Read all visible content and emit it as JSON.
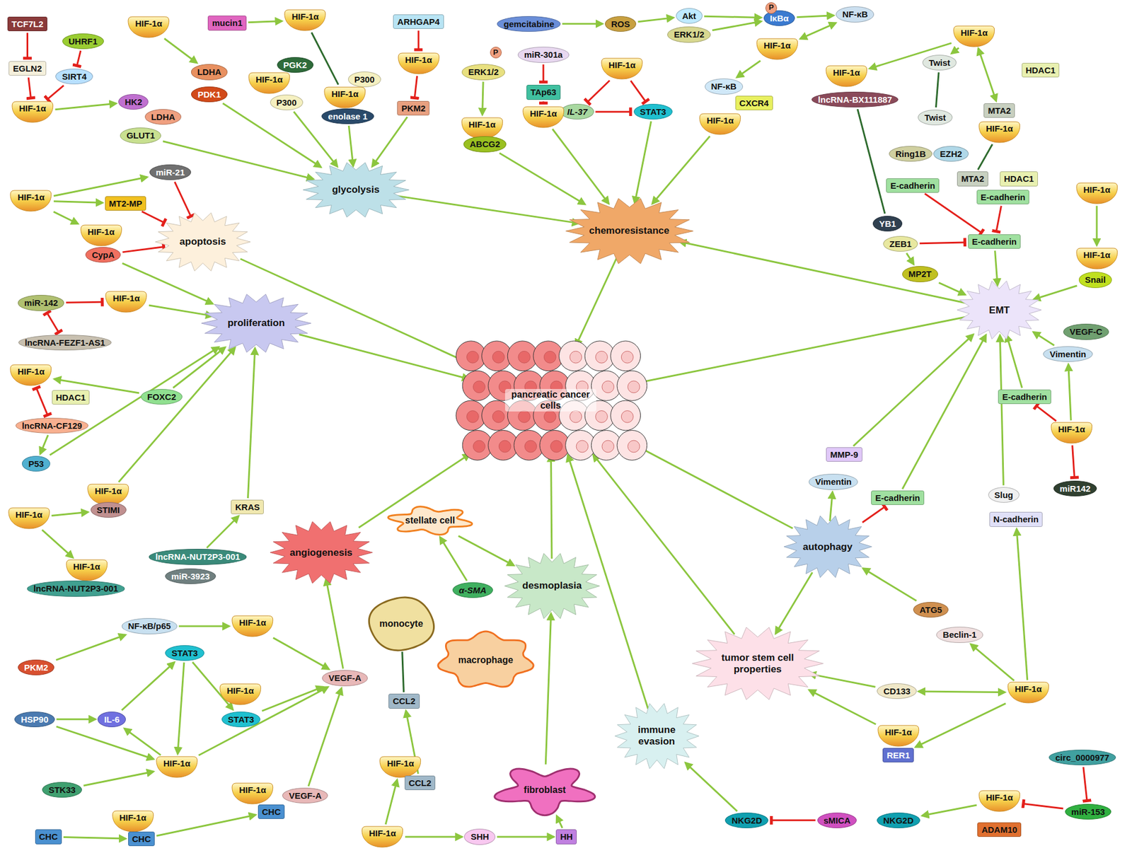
{
  "diagram": {
    "nodes": [
      {
        "text": [
          "TCF7L2"
        ]
      },
      {
        "text": [
          "UHRF1"
        ]
      },
      {
        "text": [
          "HIF-1α"
        ]
      },
      {
        "text": [
          "mucin1"
        ]
      },
      {
        "text": [
          "HIF-1α"
        ]
      },
      {
        "text": [
          "ARHGAP4"
        ]
      },
      {
        "text": [
          "EGLN2"
        ]
      },
      {
        "text": [
          "SIRT4"
        ]
      },
      {
        "text": [
          "HIF-1α"
        ]
      },
      {
        "text": [
          "PGK2"
        ]
      },
      {
        "text": [
          "HIF-1α"
        ]
      },
      {
        "text": [
          "LDHA"
        ]
      },
      {
        "text": [
          "P300"
        ]
      },
      {
        "text": [
          "PDK1"
        ]
      },
      {
        "text": [
          "P300"
        ]
      },
      {
        "text": [
          "HIF-1α"
        ]
      },
      {
        "text": [
          "PKM2"
        ]
      },
      {
        "text": [
          "HIF-1α"
        ]
      },
      {
        "text": [
          "HK2"
        ]
      },
      {
        "text": [
          "LDHA"
        ]
      },
      {
        "text": [
          "enolase 1"
        ]
      },
      {
        "text": [
          "GLUT1"
        ]
      },
      {
        "text": [
          "glycolysis"
        ]
      },
      {
        "text": [
          "gemcitabine"
        ]
      },
      {
        "text": [
          "ROS"
        ]
      },
      {
        "text": [
          "Akt"
        ]
      },
      {
        "text": [
          "ERK1/2"
        ]
      },
      {
        "text": [
          "IκBα"
        ]
      },
      {
        "text": [
          "NF-κB"
        ]
      },
      {
        "text": [
          "HIF-1α"
        ]
      },
      {
        "text": [
          "ERK1/2"
        ]
      },
      {
        "text": [
          "miR-301a"
        ]
      },
      {
        "text": [
          "HIF-1α"
        ]
      },
      {
        "text": [
          "HIF-1α"
        ]
      },
      {
        "text": [
          "IL-37"
        ]
      },
      {
        "text": [
          "STAT3"
        ]
      },
      {
        "text": [
          "TAp63"
        ]
      },
      {
        "text": [
          "HIF-1α"
        ]
      },
      {
        "text": [
          "lncRNA-BX111887"
        ]
      },
      {
        "text": [
          "Twist"
        ]
      },
      {
        "text": [
          "HDAC1"
        ]
      },
      {
        "text": [
          "NF-κB"
        ]
      },
      {
        "text": [
          "CXCR4"
        ]
      },
      {
        "text": [
          "HIF-1α"
        ]
      },
      {
        "text": [
          "HIF-1α"
        ]
      },
      {
        "text": [
          "HIF-1α"
        ]
      },
      {
        "text": [
          "ABCG2"
        ]
      },
      {
        "text": [
          "Twist"
        ]
      },
      {
        "text": [
          "MTA2"
        ]
      },
      {
        "text": [
          "HIF-1α"
        ]
      },
      {
        "text": [
          "Ring1B"
        ]
      },
      {
        "text": [
          "EZH2"
        ]
      },
      {
        "text": [
          "E-cadherin"
        ]
      },
      {
        "text": [
          "MTA2"
        ]
      },
      {
        "text": [
          "HDAC1"
        ]
      },
      {
        "text": [
          "E-cadherin"
        ]
      },
      {
        "text": [
          "chemoresistance"
        ]
      },
      {
        "text": [
          "YB1"
        ]
      },
      {
        "text": [
          "ZEB1"
        ]
      },
      {
        "text": [
          "E-cadherin"
        ]
      },
      {
        "text": [
          "HIF-1α"
        ]
      },
      {
        "text": [
          "HIF-1α"
        ]
      },
      {
        "text": [
          "Snail"
        ]
      },
      {
        "text": [
          "MP2T"
        ]
      },
      {
        "text": [
          "EMT"
        ]
      },
      {
        "text": [
          "HIF-1α"
        ]
      },
      {
        "text": [
          "miR-21"
        ]
      },
      {
        "text": [
          "MT2-MP"
        ]
      },
      {
        "text": [
          "HIF-1α"
        ]
      },
      {
        "text": [
          "CypA"
        ]
      },
      {
        "text": [
          "apoptosis"
        ]
      },
      {
        "text": [
          "miR-142"
        ]
      },
      {
        "text": [
          "HIF-1α"
        ]
      },
      {
        "text": [
          "proliferation"
        ]
      },
      {
        "text": [
          "lncRNA-FEZF1-AS1"
        ]
      },
      {
        "text": [
          "HIF-1α"
        ]
      },
      {
        "text": [
          "HDAC1"
        ]
      },
      {
        "text": [
          "FOXC2"
        ]
      },
      {
        "text": [
          "lncRNA-CF129"
        ]
      },
      {
        "text": [
          "P53"
        ]
      },
      {
        "text": [
          "HIF-1α"
        ]
      },
      {
        "text": [
          "STIMI"
        ]
      },
      {
        "text": [
          "HIF-1α"
        ]
      },
      {
        "text": [
          "KRAS"
        ]
      },
      {
        "text": [
          "HIF-1α"
        ]
      },
      {
        "text": [
          "lncRNA-NUT2P3-001"
        ]
      },
      {
        "text": [
          "miR-3923"
        ]
      },
      {
        "text": [
          "lncRNA-NUT2P3-001"
        ]
      },
      {
        "text": [
          "angiogenesis"
        ]
      },
      {
        "text": [
          "stellate cell"
        ]
      },
      {
        "text": [
          "α-SMA"
        ]
      },
      {
        "text": [
          "desmoplasia"
        ]
      },
      {
        "text": [
          "monocyte"
        ]
      },
      {
        "text": [
          "macrophage"
        ]
      },
      {
        "text": [
          "pancreatic cancer cells"
        ]
      },
      {
        "text": [
          "NF-κB/p65"
        ]
      },
      {
        "text": [
          "HIF-1α"
        ]
      },
      {
        "text": [
          "PKM2"
        ]
      },
      {
        "text": [
          "STAT3"
        ]
      },
      {
        "text": [
          "VEGF-A"
        ]
      },
      {
        "text": [
          "HIF-1α"
        ]
      },
      {
        "text": [
          "STAT3"
        ]
      },
      {
        "text": [
          "HSP90"
        ]
      },
      {
        "text": [
          "IL-6"
        ]
      },
      {
        "text": [
          "CCL2"
        ]
      },
      {
        "text": [
          "HIF-1α"
        ]
      },
      {
        "text": [
          "STK33"
        ]
      },
      {
        "text": [
          "HIF-1α"
        ]
      },
      {
        "text": [
          "VEGF-A"
        ]
      },
      {
        "text": [
          "CHC"
        ]
      },
      {
        "text": [
          "HIF-1α"
        ]
      },
      {
        "text": [
          "CCL2"
        ]
      },
      {
        "text": [
          "HIF-1α"
        ]
      },
      {
        "text": [
          "CHC"
        ]
      },
      {
        "text": [
          "CHC"
        ]
      },
      {
        "text": [
          "HIF-1α"
        ]
      },
      {
        "text": [
          "SHH"
        ]
      },
      {
        "text": [
          "HH"
        ]
      },
      {
        "text": [
          "fibroblast"
        ]
      },
      {
        "text": [
          "immune evasion"
        ]
      },
      {
        "text": [
          "tumor stem cell properties"
        ]
      },
      {
        "text": [
          "CD133"
        ]
      },
      {
        "text": [
          "HIF-1α"
        ]
      },
      {
        "text": [
          "autophagy"
        ]
      },
      {
        "text": [
          "MMP-9"
        ]
      },
      {
        "text": [
          "Vimentin"
        ]
      },
      {
        "text": [
          "E-cadherin"
        ]
      },
      {
        "text": [
          "Slug"
        ]
      },
      {
        "text": [
          "N-cadherin"
        ]
      },
      {
        "text": [
          "ATG5"
        ]
      },
      {
        "text": [
          "Beclin-1"
        ]
      },
      {
        "text": [
          "VEGF-C"
        ]
      },
      {
        "text": [
          "Vimentin"
        ]
      },
      {
        "text": [
          "E-cadherin"
        ]
      },
      {
        "text": [
          "HIF-1α"
        ]
      },
      {
        "text": [
          "miR142"
        ]
      },
      {
        "text": [
          "HIF-1α"
        ]
      },
      {
        "text": [
          "RER1"
        ]
      },
      {
        "text": [
          "NKG2D"
        ]
      },
      {
        "text": [
          "sMICA"
        ]
      },
      {
        "text": [
          "NKG2D"
        ]
      },
      {
        "text": [
          "HIF-1α"
        ]
      },
      {
        "text": [
          "ADAM10"
        ]
      },
      {
        "text": [
          "circ_0000977"
        ]
      },
      {
        "text": [
          "miR-153"
        ]
      }
    ],
    "edges": [
      {
        "from": 2,
        "to": 11,
        "arrow": "to"
      },
      {
        "from": 3,
        "to": 4,
        "arrow": "to"
      },
      {
        "from": 17,
        "to": 18,
        "arrow": "to"
      },
      {
        "from": 21,
        "to": 22,
        "arrow": "to"
      },
      {
        "from": 13,
        "to": 22,
        "arrow": "to"
      },
      {
        "from": 14,
        "to": 22,
        "arrow": "to"
      },
      {
        "from": 20,
        "to": 22,
        "arrow": "to"
      },
      {
        "from": 16,
        "to": 22,
        "arrow": "to"
      },
      {
        "from": 22,
        "to": 56,
        "arrow": "to"
      },
      {
        "from": 23,
        "to": 24,
        "arrow": "to"
      },
      {
        "from": 24,
        "to": 25,
        "arrow": "to"
      },
      {
        "from": 25,
        "to": 27,
        "arrow": "to"
      },
      {
        "from": 27,
        "to": 28,
        "arrow": "to"
      },
      {
        "from": 28,
        "to": 33,
        "arrow": "both"
      },
      {
        "from": 33,
        "to": 41,
        "arrow": "to"
      },
      {
        "from": 45,
        "to": 56,
        "arrow": "to"
      },
      {
        "from": 30,
        "to": 44,
        "arrow": "to"
      },
      {
        "from": 46,
        "to": 56,
        "arrow": "to"
      },
      {
        "from": 43,
        "to": 56,
        "arrow": "to"
      },
      {
        "from": 29,
        "to": 37,
        "arrow": "to"
      },
      {
        "from": 29,
        "to": 39,
        "arrow": "to"
      },
      {
        "from": 29,
        "to": 48,
        "arrow": "both"
      },
      {
        "from": 59,
        "to": 64,
        "arrow": "to"
      },
      {
        "from": 60,
        "to": 61,
        "arrow": "to"
      },
      {
        "from": 62,
        "to": 64,
        "arrow": "to"
      },
      {
        "from": 58,
        "to": 63,
        "arrow": "to"
      },
      {
        "from": 63,
        "to": 64,
        "arrow": "to"
      },
      {
        "from": 64,
        "to": 56,
        "arrow": "to"
      },
      {
        "from": 64,
        "to": 94,
        "arrow": "to"
      },
      {
        "from": 56,
        "to": 94,
        "arrow": "to"
      },
      {
        "from": 65,
        "to": 66,
        "arrow": "to"
      },
      {
        "from": 65,
        "to": 67,
        "arrow": "to"
      },
      {
        "from": 65,
        "to": 68,
        "arrow": "to"
      },
      {
        "from": 69,
        "to": 73,
        "arrow": "to"
      },
      {
        "from": 70,
        "to": 94,
        "arrow": "to"
      },
      {
        "from": 72,
        "to": 73,
        "arrow": "to"
      },
      {
        "from": 73,
        "to": 94,
        "arrow": "to"
      },
      {
        "from": 77,
        "to": 75,
        "arrow": "to"
      },
      {
        "from": 77,
        "to": 73,
        "arrow": "to"
      },
      {
        "from": 78,
        "to": 79,
        "arrow": "to"
      },
      {
        "from": 79,
        "to": 73,
        "arrow": "to"
      },
      {
        "from": 80,
        "to": 73,
        "arrow": "to"
      },
      {
        "from": 82,
        "to": 81,
        "arrow": "to"
      },
      {
        "from": 82,
        "to": 84,
        "arrow": "to"
      },
      {
        "from": 85,
        "to": 83,
        "arrow": "to"
      },
      {
        "from": 83,
        "to": 73,
        "arrow": "to"
      },
      {
        "from": 88,
        "to": 94,
        "arrow": "to"
      },
      {
        "from": 99,
        "to": 88,
        "arrow": "to"
      },
      {
        "from": 97,
        "to": 95,
        "arrow": "to"
      },
      {
        "from": 95,
        "to": 96,
        "arrow": "to"
      },
      {
        "from": 96,
        "to": 99,
        "arrow": "to"
      },
      {
        "from": 103,
        "to": 98,
        "arrow": "to"
      },
      {
        "from": 98,
        "to": 101,
        "arrow": "to"
      },
      {
        "from": 98,
        "to": 105,
        "arrow": "to"
      },
      {
        "from": 101,
        "to": 99,
        "arrow": "to"
      },
      {
        "from": 102,
        "to": 103,
        "arrow": "to"
      },
      {
        "from": 105,
        "to": 103,
        "arrow": "to"
      },
      {
        "from": 102,
        "to": 105,
        "arrow": "to"
      },
      {
        "from": 106,
        "to": 105,
        "arrow": "to"
      },
      {
        "from": 105,
        "to": 99,
        "arrow": "to"
      },
      {
        "from": 108,
        "to": 99,
        "arrow": "to"
      },
      {
        "from": 114,
        "to": 109,
        "arrow": "to"
      },
      {
        "from": 113,
        "to": 114,
        "arrow": "to"
      },
      {
        "from": 111,
        "to": 104,
        "arrow": "to"
      },
      {
        "from": 90,
        "to": 89,
        "arrow": "to"
      },
      {
        "from": 89,
        "to": 91,
        "arrow": "to"
      },
      {
        "from": 91,
        "to": 94,
        "arrow": "to"
      },
      {
        "from": 115,
        "to": 110,
        "arrow": "to"
      },
      {
        "from": 115,
        "to": 116,
        "arrow": "to"
      },
      {
        "from": 116,
        "to": 117,
        "arrow": "to"
      },
      {
        "from": 117,
        "to": 118,
        "arrow": "to"
      },
      {
        "from": 118,
        "to": 91,
        "arrow": "to"
      },
      {
        "from": 119,
        "to": 94,
        "arrow": "to"
      },
      {
        "from": 138,
        "to": 119,
        "arrow": "to"
      },
      {
        "from": 141,
        "to": 140,
        "arrow": "to"
      },
      {
        "from": 120,
        "to": 94,
        "arrow": "to"
      },
      {
        "from": 123,
        "to": 94,
        "arrow": "to"
      },
      {
        "from": 123,
        "to": 120,
        "arrow": "to"
      },
      {
        "from": 123,
        "to": 125,
        "arrow": "to"
      },
      {
        "from": 124,
        "to": 64,
        "arrow": "to"
      },
      {
        "from": 126,
        "to": 64,
        "arrow": "to"
      },
      {
        "from": 129,
        "to": 123,
        "arrow": "to"
      },
      {
        "from": 122,
        "to": 130,
        "arrow": "to"
      },
      {
        "from": 121,
        "to": 120,
        "arrow": "to"
      },
      {
        "from": 121,
        "to": 122,
        "arrow": "both"
      },
      {
        "from": 122,
        "to": 128,
        "arrow": "to"
      },
      {
        "from": 127,
        "to": 64,
        "arrow": "to"
      },
      {
        "from": 122,
        "to": 137,
        "arrow": "to"
      },
      {
        "from": 136,
        "to": 120,
        "arrow": "to"
      },
      {
        "from": 134,
        "to": 132,
        "arrow": "to"
      },
      {
        "from": 132,
        "to": 64,
        "arrow": "to"
      },
      {
        "from": 133,
        "to": 64,
        "arrow": "to"
      },
      {
        "from": 35,
        "to": 56,
        "arrow": "to"
      },
      {
        "from": 26,
        "to": 27,
        "arrow": "to"
      },
      {
        "from": 0,
        "to": 6,
        "arrow": "to"
      },
      {
        "from": 1,
        "to": 7,
        "arrow": "to"
      },
      {
        "from": 6,
        "to": 17,
        "arrow": "to"
      },
      {
        "from": 7,
        "to": 17,
        "arrow": "to"
      },
      {
        "from": 5,
        "to": 8,
        "arrow": "to"
      },
      {
        "from": 8,
        "to": 16,
        "arrow": "to"
      },
      {
        "from": 31,
        "to": 36,
        "arrow": "to"
      },
      {
        "from": 36,
        "to": 43,
        "arrow": "to"
      },
      {
        "from": 32,
        "to": 34,
        "arrow": "to"
      },
      {
        "from": 32,
        "to": 35,
        "arrow": "to"
      },
      {
        "from": 34,
        "to": 35,
        "arrow": "to"
      },
      {
        "from": 52,
        "to": 59,
        "arrow": "to"
      },
      {
        "from": 55,
        "to": 59,
        "arrow": "to"
      },
      {
        "from": 58,
        "to": 59,
        "arrow": "to"
      },
      {
        "from": 66,
        "to": 70,
        "arrow": "to"
      },
      {
        "from": 67,
        "to": 70,
        "arrow": "to"
      },
      {
        "from": 69,
        "to": 70,
        "arrow": "to"
      },
      {
        "from": 71,
        "to": 72,
        "arrow": "to"
      },
      {
        "from": 71,
        "to": 74,
        "arrow": "both"
      },
      {
        "from": 75,
        "to": 78,
        "arrow": "both"
      },
      {
        "from": 134,
        "to": 133,
        "arrow": "to"
      },
      {
        "from": 134,
        "to": 135,
        "arrow": "to"
      },
      {
        "from": 123,
        "to": 126,
        "arrow": "to"
      },
      {
        "from": 139,
        "to": 138,
        "arrow": "to"
      },
      {
        "from": 144,
        "to": 141,
        "arrow": "to"
      },
      {
        "from": 143,
        "to": 144,
        "arrow": "to"
      },
      {
        "from": 4,
        "to": 15,
        "arrow": "none"
      },
      {
        "from": 38,
        "to": 57,
        "arrow": "none"
      },
      {
        "from": 39,
        "to": 47,
        "arrow": "none"
      },
      {
        "from": 49,
        "to": 53,
        "arrow": "none"
      },
      {
        "from": 104,
        "to": 92,
        "arrow": "none"
      }
    ],
    "labels": [
      "P",
      "P"
    ]
  }
}
